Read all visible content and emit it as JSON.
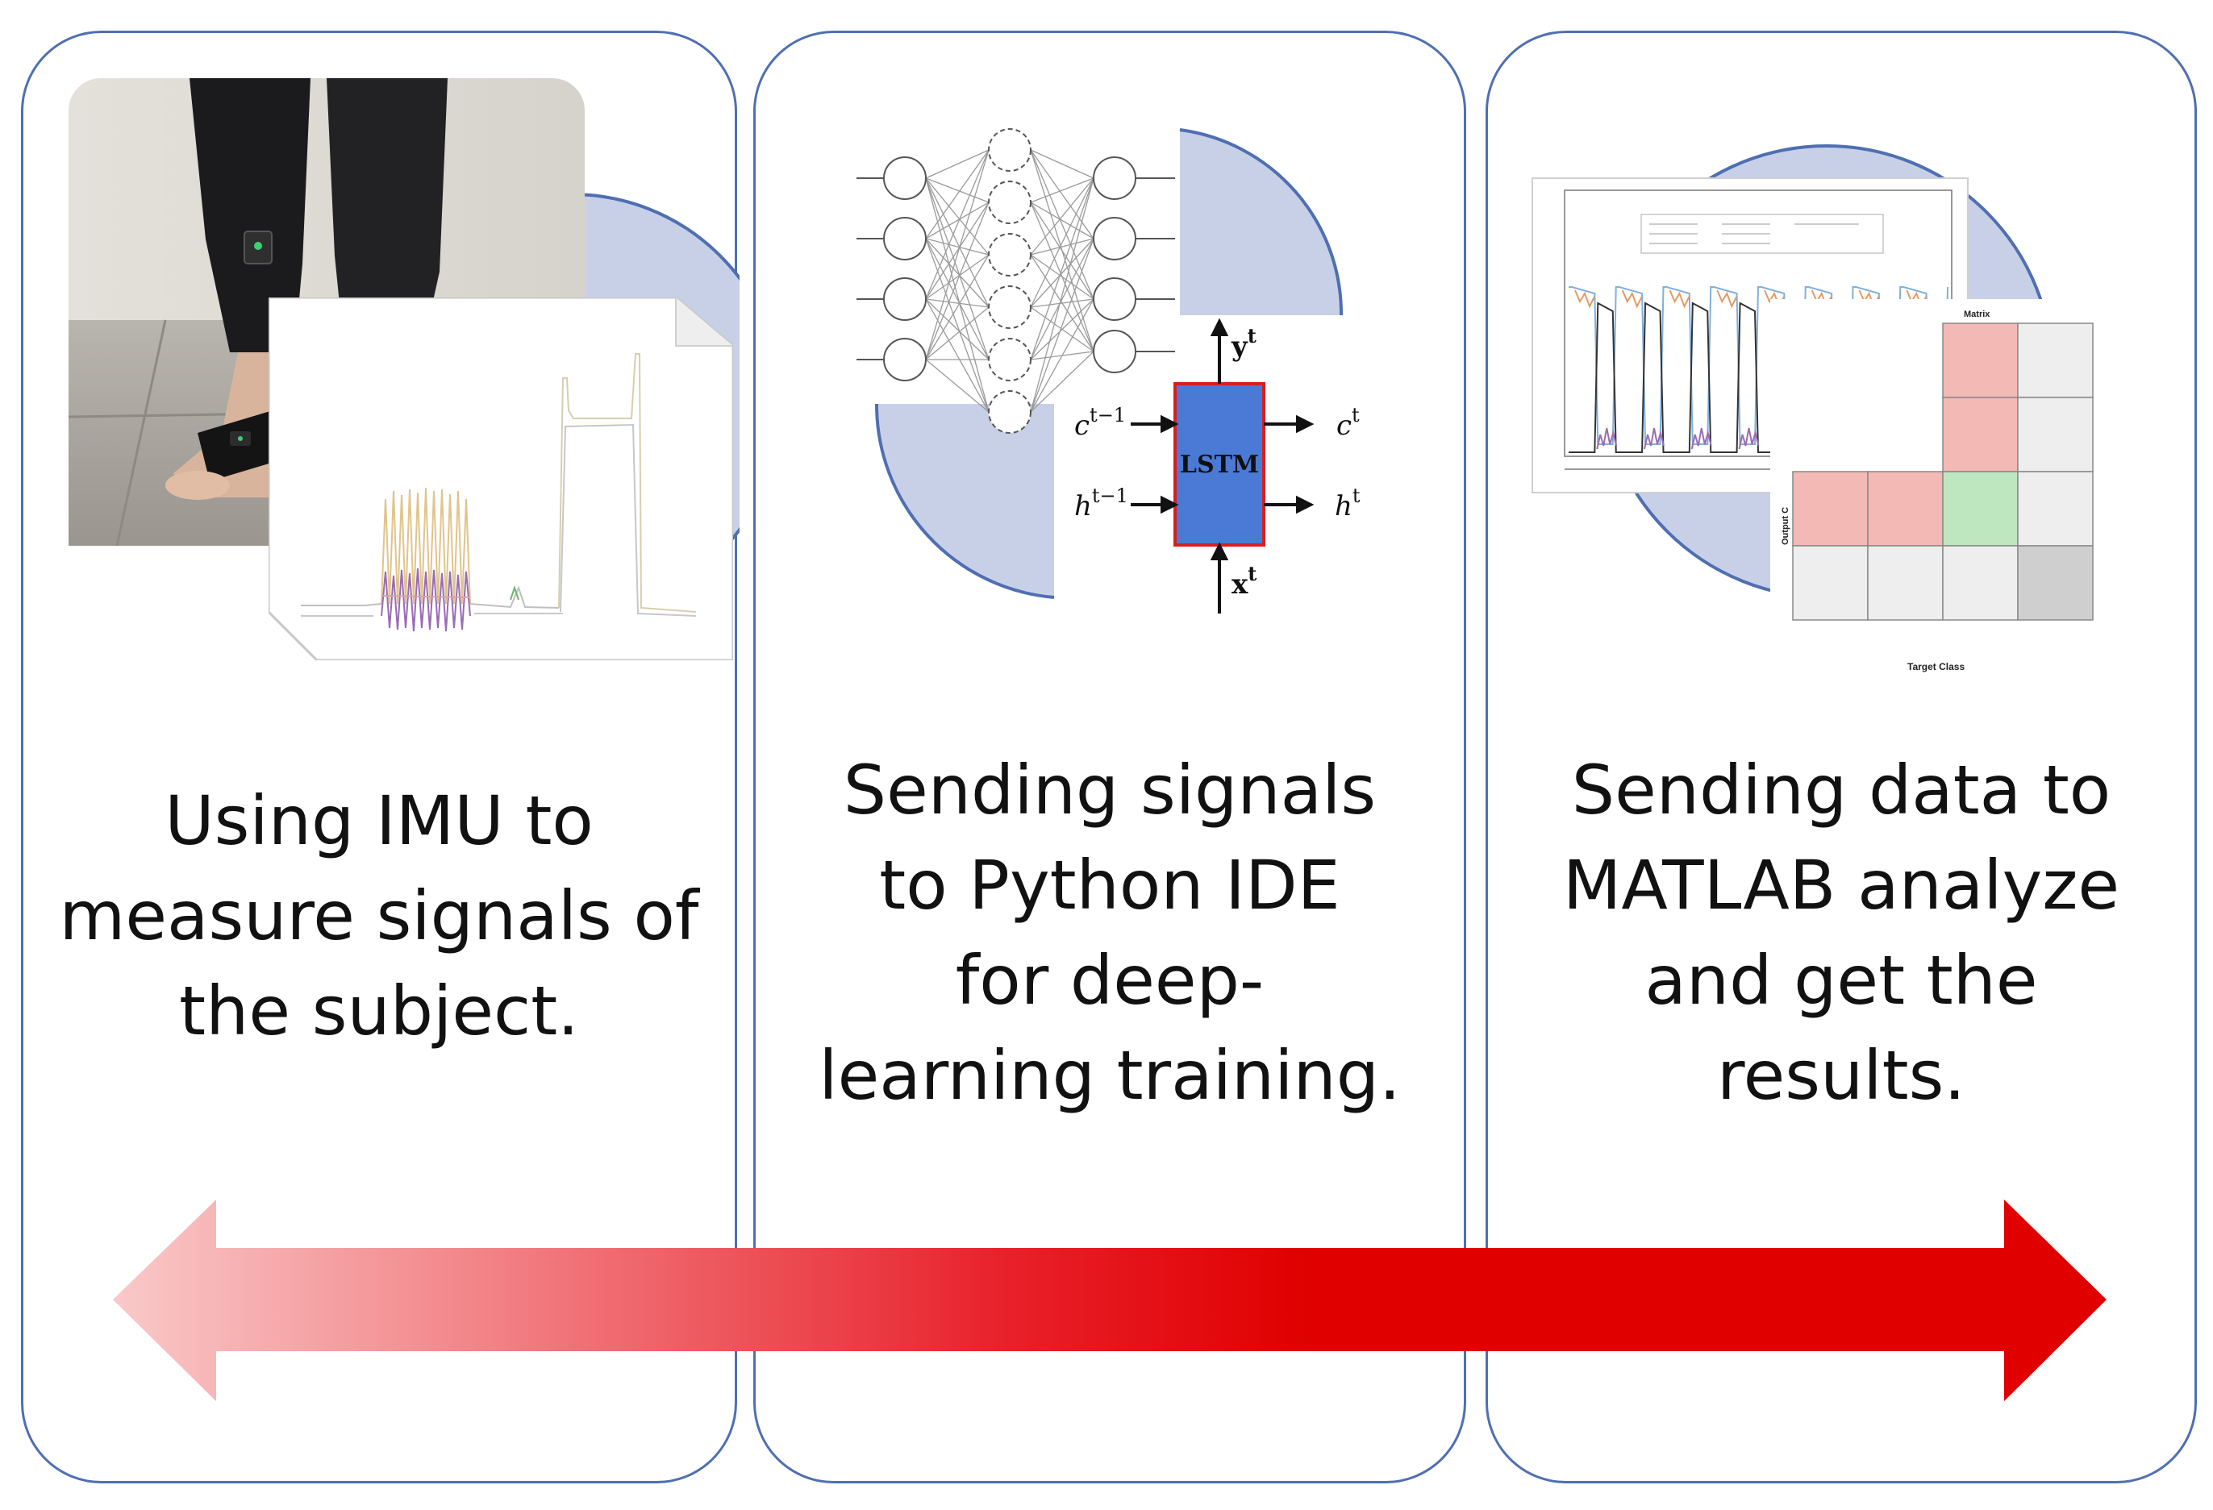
{
  "panels": [
    {
      "id": "imu",
      "caption_lines": [
        "Using IMU to",
        "measure signals of",
        "the subject."
      ]
    },
    {
      "id": "python",
      "caption_lines": [
        "Sending signals",
        "to Python IDE",
        "for deep-",
        "learning training."
      ],
      "lstm": {
        "cell_label": "LSTM",
        "input_c": "c",
        "input_c_sup": "t−1",
        "input_h": "h",
        "input_h_sup": "t−1",
        "output_c": "c",
        "output_c_sup": "t",
        "output_h": "h",
        "output_h_sup": "t",
        "output_y": "y",
        "output_y_sup": "t",
        "input_x": "x",
        "input_x_sup": "t"
      }
    },
    {
      "id": "matlab",
      "caption_lines": [
        "Sending data to",
        "MATLAB analyze",
        "and get the",
        "results."
      ],
      "confusion_matrix": {
        "title_fragment": "Matrix",
        "ylabel_fragment": "Output C",
        "xlabel": "Target Class"
      }
    }
  ],
  "colors": {
    "panel_border": "#4f6fb2",
    "quarter_disc": "#c8d0e8",
    "arrow_start": "#f9c9c9",
    "arrow_end": "#e00000",
    "lstm_fill": "#4a7ad6",
    "lstm_border": "#d81e1e"
  },
  "arrow": {
    "direction": "bidirectional"
  }
}
